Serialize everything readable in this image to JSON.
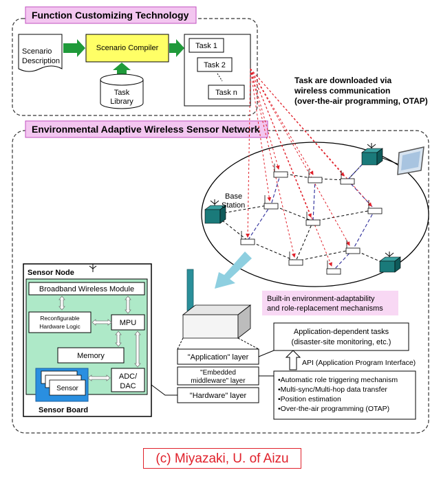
{
  "top_section": {
    "title": "Function Customizing Technology",
    "scenario_description": [
      "Scenario",
      "Description"
    ],
    "scenario_compiler": "Scenario Compiler",
    "task_library": [
      "Task",
      "Library"
    ],
    "tasks": [
      "Task 1",
      "Task 2",
      "Task n"
    ],
    "ota_note": [
      "Task are downloaded via",
      "wireless communication",
      "(over-the-air programming, OTAP)"
    ]
  },
  "bottom_section": {
    "title": "Environmental Adaptive Wireless Sensor Network",
    "base_station": [
      "Base",
      "Station"
    ],
    "builtin_note": [
      "Built-in environment-adaptability",
      "and role-replacement mechanisms"
    ]
  },
  "sensor_node": {
    "title": "Sensor Node",
    "broadband": "Broadband Wireless Module",
    "reconfigurable": [
      "Reconfigurable",
      "Hardware Logic"
    ],
    "mpu": "MPU",
    "memory": "Memory",
    "adc": [
      "ADC/",
      "DAC"
    ],
    "sensor": "Sensor",
    "sensor_board": "Sensor Board"
  },
  "layers": {
    "application": "\"Application\" layer",
    "middleware": [
      "\"Embedded",
      "middleware\" layer"
    ],
    "hardware": "\"Hardware\" layer",
    "app_tasks": [
      "Application-dependent tasks",
      "(disaster-site monitoring, etc.)"
    ],
    "api": "API (Application Program Interface)",
    "mechanisms": [
      "•Automatic role triggering mechanism",
      "•Multi-sync/Multi-hop data transfer",
      "•Position estimation",
      "•Over-the-air programming (OTAP)"
    ]
  },
  "credit": "(c) Miyazaki, U. of Aizu",
  "colors": {
    "title_bg": "#f3c6f0",
    "title_border": "#c050c0",
    "compiler_bg": "#ffff66",
    "arrow_green": "#1f9a3a",
    "ota_red": "#e0202a",
    "node_green": "#aee9c8",
    "board_blue": "#2a8fe0",
    "link_blue": "#3a3aa0",
    "teal": "#1a7a7a"
  }
}
